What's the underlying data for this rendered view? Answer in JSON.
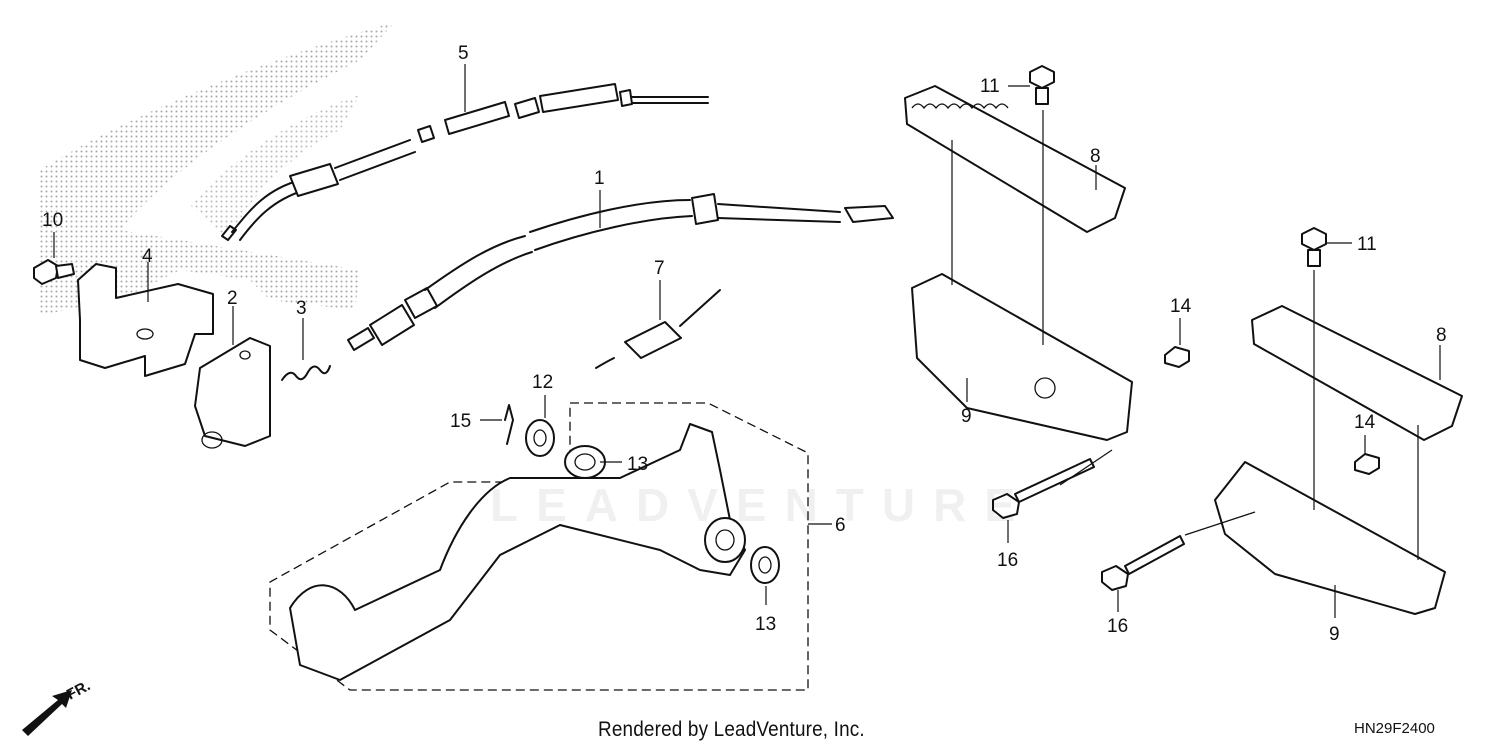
{
  "diagram": {
    "watermark_text": "LEADVENTURE",
    "footer_credit": "Rendered by LeadVenture, Inc.",
    "diagram_code": "HN29F2400",
    "direction_indicator": "FR.",
    "callouts": [
      "1",
      "2",
      "3",
      "4",
      "5",
      "6",
      "7",
      "8",
      "8",
      "9",
      "9",
      "10",
      "11",
      "11",
      "12",
      "13",
      "13",
      "14",
      "14",
      "15",
      "16",
      "16"
    ]
  }
}
